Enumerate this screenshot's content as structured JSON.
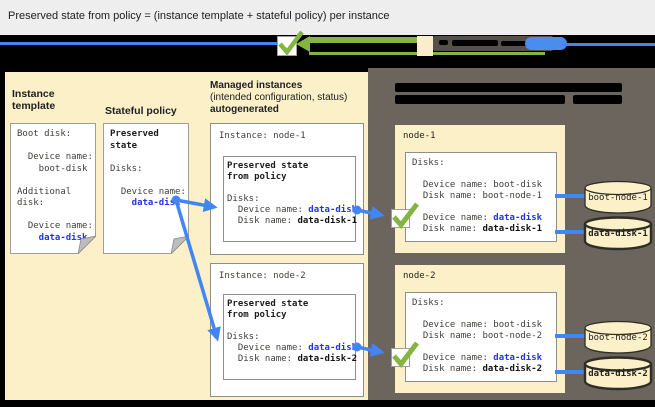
{
  "title": "Preserved state from policy = (instance template + stateful policy) per instance",
  "colors": {
    "panel_cream": "#fcf0c9",
    "panel_dark": "#6b655e",
    "accent_blue_text": "#2433e8",
    "arrow_blue": "#4285f4",
    "check_green": "#85b540"
  },
  "left": {
    "instance_template_label_1": "Instance",
    "instance_template_label_2": "template",
    "template_doc": {
      "l1": "Boot disk:",
      "l2": "  Device name:",
      "l3": "    boot-disk",
      "l4": "Additional",
      "l5": "disk:",
      "l6": "  Device name:",
      "l7": "    data-disk"
    },
    "stateful_policy_label": "Stateful policy",
    "policy_doc": {
      "h1": "Preserved",
      "h2": "state",
      "l1": "Disks:",
      "l2": "  Device name:",
      "l3": "    data-disk"
    },
    "managed_h1": "Managed instances",
    "managed_h2": "(intended configuration, status)",
    "managed_h3": "autogenerated",
    "inst1": {
      "title": "Instance: node-1",
      "ps1": "Preserved state",
      "ps2": "from policy",
      "disks": "Disks:",
      "dev_label": "  Device name: ",
      "dev_value": "data-disk",
      "disk_label": "  Disk name: ",
      "disk_value": "data-disk-1"
    },
    "inst2": {
      "title": "Instance: node-2",
      "ps1": "Preserved state",
      "ps2": "from policy",
      "disks": "Disks:",
      "dev_label": "  Device name: ",
      "dev_value": "data-disk",
      "disk_label": "  Disk name: ",
      "disk_value": "data-disk-2"
    }
  },
  "right": {
    "node1": {
      "name": "node-1",
      "disks": "Disks:",
      "boot_dev_label": "  Device name: ",
      "boot_dev_value": "boot-disk",
      "boot_disk_label": "  Disk name: ",
      "boot_disk_value": "boot-node-1",
      "data_dev_label": "  Device name: ",
      "data_dev_value": "data-disk",
      "data_disk_label": "  Disk name: ",
      "data_disk_value": "data-disk-1",
      "boot_cylinder": "boot-node-1",
      "data_cylinder": "data-disk-1"
    },
    "node2": {
      "name": "node-2",
      "disks": "Disks:",
      "boot_dev_label": "  Device name: ",
      "boot_dev_value": "boot-disk",
      "boot_disk_label": "  Disk name: ",
      "boot_disk_value": "boot-node-2",
      "data_dev_label": "  Device name: ",
      "data_dev_value": "data-disk",
      "data_disk_label": "  Disk name: ",
      "data_disk_value": "data-disk-2",
      "boot_cylinder": "boot-node-2",
      "data_cylinder": "data-disk-2"
    }
  }
}
